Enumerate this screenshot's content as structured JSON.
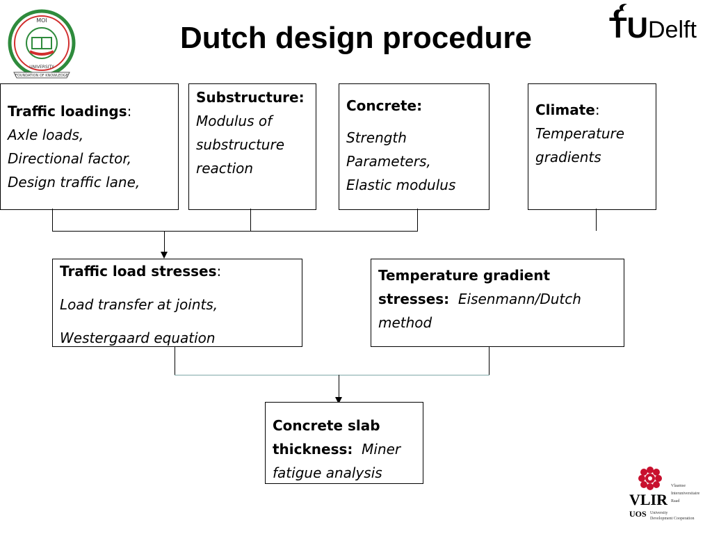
{
  "title": "Dutch design procedure",
  "logos": {
    "left_seal_text_top": "MOI",
    "left_seal_text_bottom": "UNIVERSITY",
    "left_seal_banner": "FOUNDATION OF KNOWLEDGE",
    "right_top": {
      "tu": "TU",
      "delft": "Delft"
    },
    "bottom_right": {
      "vlir": "VLIR",
      "uos": "UOS",
      "small_1": "Vlaamse",
      "small_2": "Interuniversitaire",
      "small_3": "Raad",
      "small_4": "University",
      "small_5": "Development Cooperation"
    }
  },
  "boxes": {
    "traffic_loadings": {
      "head": "Traffic loadings",
      "colon": ":",
      "lines": [
        "Axle loads,",
        "Directional factor,",
        "Design traffic lane,"
      ]
    },
    "substructure": {
      "head": "Substructure:",
      "lines": [
        "Modulus of",
        "substructure",
        "reaction"
      ]
    },
    "concrete": {
      "head": "Concrete:",
      "lines": [
        "Strength",
        "Parameters,",
        "Elastic modulus"
      ]
    },
    "climate": {
      "head": "Climate",
      "colon": ":",
      "lines": [
        "Temperature",
        "gradients"
      ]
    },
    "traffic_load_stresses": {
      "head": "Traffic load stresses",
      "colon": ":",
      "lines": [
        "Load transfer at joints,",
        "Westergaard equation"
      ]
    },
    "temp_gradient_stresses": {
      "head_1": "Temperature gradient",
      "head_2": "stresses:",
      "line_2_italic": "Eisenmann/Dutch",
      "line_3": "method"
    },
    "slab_thickness": {
      "head_1": "Concrete slab",
      "head_2": "thickness:",
      "line_2_italic": "Miner",
      "line_3": "fatigue analysis"
    }
  },
  "colors": {
    "tud_blue": "#1a1aa6",
    "vlir_red": "#c8102e",
    "moi_red": "#d12d2d",
    "moi_green": "#2e8b3c"
  }
}
